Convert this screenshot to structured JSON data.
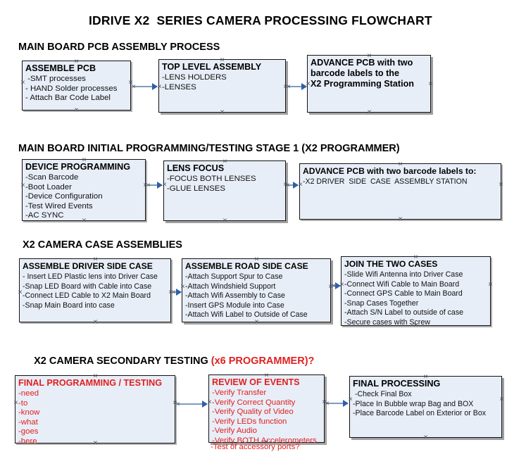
{
  "document": {
    "title": "IDRIVE X2  SERIES CAMERA PROCESSING FLOWCHART",
    "accent_box_fill": "#e8eef7",
    "accent_border": "#121212",
    "arrow_color": "#7f9bc0",
    "red_text": "#e02020"
  },
  "sections": [
    {
      "id": "main-board-pcb",
      "heading": "MAIN BOARD PCB ASSEMBLY PROCESS",
      "heading_red": "",
      "nodes": [
        {
          "id": "assemble-pcb",
          "header": "ASSEMBLE PCB",
          "lines": [
            " -SMT processes",
            "- HAND Solder processes",
            "- Attach Bar Code Label"
          ]
        },
        {
          "id": "top-level-assembly",
          "header": "TOP LEVEL ASSEMBLY",
          "lines": [
            "-LENS HOLDERS",
            "-LENSES"
          ]
        },
        {
          "id": "advance-pcb-x2-programming-station",
          "header": "ADVANCE PCB with two\nbarcode labels to the\n X2 Programming Station",
          "lines": []
        }
      ]
    },
    {
      "id": "initial-programming",
      "heading": "MAIN BOARD INITIAL PROGRAMMING/TESTING STAGE 1 (X2 PROGRAMMER)",
      "heading_red": "",
      "nodes": [
        {
          "id": "device-programming",
          "header": "DEVICE PROGRAMMING",
          "lines": [
            "-Scan Barcode",
            "-Boot Loader",
            "-Device Configuration",
            "-Test Wired Events",
            "-AC SYNC"
          ]
        },
        {
          "id": "lens-focus",
          "header": "LENS FOCUS",
          "lines": [
            "-FOCUS BOTH LENSES",
            "-GLUE LENSES"
          ]
        },
        {
          "id": "advance-pcb-driver-side-case",
          "header": "ADVANCE PCB with two barcode labels to:",
          "lines": [
            "-X2 DRIVER  SIDE  CASE  ASSEMBLY STATION"
          ]
        }
      ]
    },
    {
      "id": "case-assemblies",
      "heading": "X2 CAMERA CASE ASSEMBLIES",
      "heading_red": "",
      "nodes": [
        {
          "id": "assemble-driver-side-case",
          "header": "ASSEMBLE DRIVER SIDE CASE",
          "lines": [
            "- Insert LED Plastic lens into Driver Case",
            "-Snap LED Board with Cable into Case",
            "-Connect LED Cable to X2 Main Board",
            "-Snap Main Board into case"
          ]
        },
        {
          "id": "assemble-road-side-case",
          "header": "ASSEMBLE ROAD SIDE CASE",
          "lines": [
            "-Attach Support Spur to Case",
            "-Attach Windshield Support",
            "-Attach Wifi Assembly to Case",
            "-Insert GPS Module into Case",
            "-Attach Wifi Label to Outside of Case"
          ]
        },
        {
          "id": "join-the-two-cases",
          "header": "JOIN THE TWO CASES",
          "lines": [
            "-Slide Wifi Antenna into Driver Case",
            "-Connect Wifi Cable to Main Board",
            "-Connect GPS Cable to Main Board",
            "-Snap Cases Together",
            "-Attach S/N Label to outside of case",
            "-Secure cases with Screw"
          ]
        }
      ]
    },
    {
      "id": "secondary-testing",
      "heading": "X2 CAMERA SECONDARY TESTING ",
      "heading_red": "(x6 PROGRAMMER)?",
      "nodes": [
        {
          "id": "final-programming-testing",
          "header": "FINAL PROGRAMMING / TESTING",
          "lines": [
            "-need",
            "-to",
            "-know",
            "-what",
            "-goes",
            "-here"
          ]
        },
        {
          "id": "review-of-events",
          "header": "REVIEW OF EVENTS",
          "lines": [
            "-Verify Transfer",
            "-Verify Correct Quantity",
            "-Verify Quality of Video",
            "-Verify LEDs function",
            "-Verify Audio",
            "-Verify BOTH Accelerometers"
          ],
          "overflow_line": "-Test of accessory ports?"
        },
        {
          "id": "final-processing",
          "header": "FINAL PROCESSING",
          "lines": [
            " -Check Final Box",
            "-Place In Bubble wrap Bag and BOX",
            "-Place Barcode Label on Exterior or Box"
          ]
        }
      ]
    }
  ]
}
